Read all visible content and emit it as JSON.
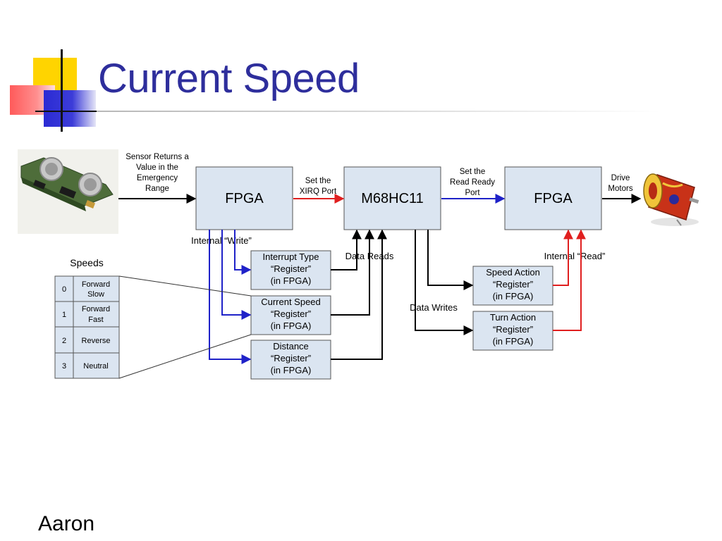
{
  "slide": {
    "title": "Current Speed",
    "footer": "Aaron"
  },
  "diagram": {
    "sensor_label": [
      "Sensor Returns a",
      "Value in the",
      "Emergency",
      "Range"
    ],
    "fpga1": "FPGA",
    "xirq_label": [
      "Set the",
      "XIRQ Port"
    ],
    "mcu": "M68HC11",
    "read_ready_label": [
      "Set the",
      "Read Ready",
      "Port"
    ],
    "fpga2": "FPGA",
    "drive_label": [
      "Drive",
      "Motors"
    ],
    "internal_write": "Internal “Write”",
    "internal_read": "Internal “Read”",
    "data_reads": "Data Reads",
    "data_writes": "Data Writes",
    "registers": {
      "interrupt_type": [
        "Interrupt Type",
        "“Register”",
        "(in FPGA)"
      ],
      "current_speed": [
        "Current Speed",
        "“Register”",
        "(in FPGA)"
      ],
      "distance": [
        "Distance",
        "“Register”",
        "(in FPGA)"
      ],
      "speed_action": [
        "Speed Action",
        "“Register”",
        "(in FPGA)"
      ],
      "turn_action": [
        "Turn Action",
        "“Register”",
        "(in FPGA)"
      ]
    },
    "speeds": {
      "title": "Speeds",
      "rows": [
        {
          "code": "0",
          "label": [
            "Forward",
            "Slow"
          ]
        },
        {
          "code": "1",
          "label": [
            "Forward",
            "Fast"
          ]
        },
        {
          "code": "2",
          "label": [
            "Reverse"
          ]
        },
        {
          "code": "3",
          "label": [
            "Neutral"
          ]
        }
      ]
    },
    "colors": {
      "box_fill": "#dbe5f1",
      "box_stroke": "#555555",
      "blue": "#1f22c8",
      "red": "#e01f1f",
      "black": "#000000"
    }
  }
}
